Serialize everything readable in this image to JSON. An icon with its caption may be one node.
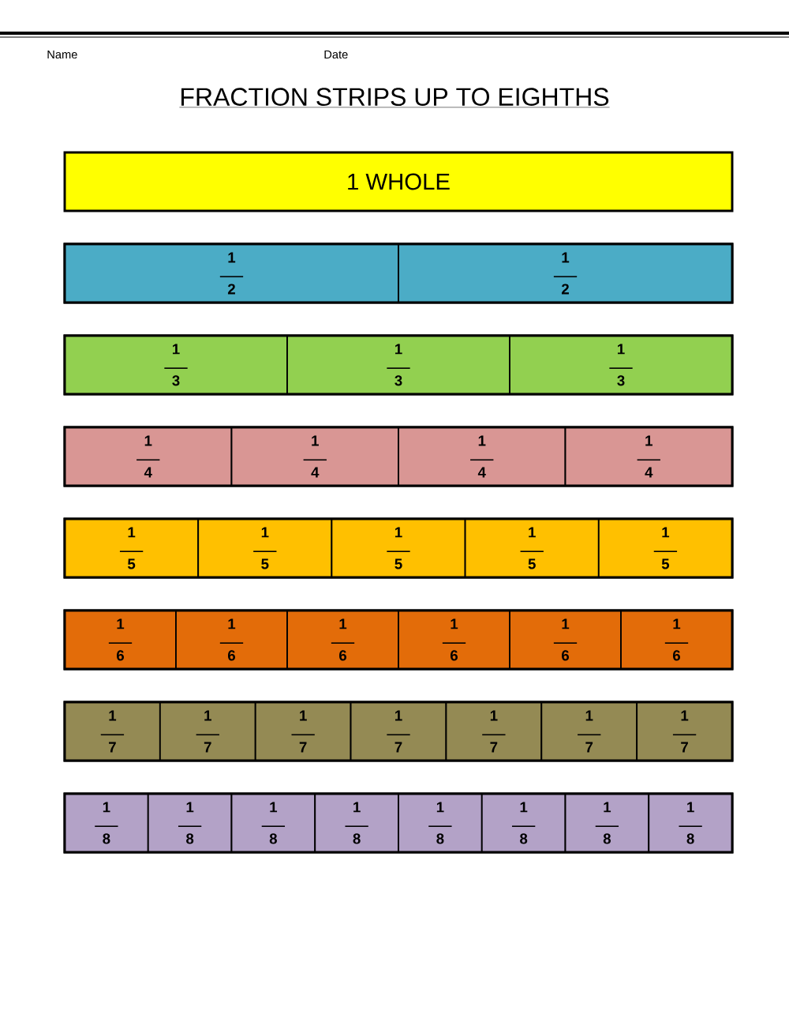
{
  "diagram": {
    "title": "FRACTION STRIPS UP TO EIGHTHS",
    "nodes": [
      {
        "text": [
          "1 WHOLE"
        ]
      },
      {
        "text": [],
        "shape": "bar"
      },
      {
        "text": [
          "1",
          "2"
        ],
        "in": 1
      },
      {
        "text": [
          "1",
          "2"
        ],
        "in": 1
      },
      {
        "text": [],
        "shape": "bar"
      },
      {
        "text": [
          "1",
          "3"
        ],
        "in": 4
      },
      {
        "text": [
          "1",
          "3"
        ],
        "in": 4
      },
      {
        "text": [
          "1",
          "3"
        ],
        "in": 4
      },
      {
        "text": [],
        "shape": "bar"
      },
      {
        "text": [
          "1",
          "4"
        ],
        "in": 8
      },
      {
        "text": [
          "1",
          "4"
        ],
        "in": 8
      },
      {
        "text": [
          "1",
          "4"
        ],
        "in": 8
      },
      {
        "text": [
          "1",
          "4"
        ],
        "in": 8
      },
      {
        "text": [],
        "shape": "bar"
      },
      {
        "text": [
          "1",
          "5"
        ],
        "in": 13
      },
      {
        "text": [
          "1",
          "5"
        ],
        "in": 13
      },
      {
        "text": [
          "1",
          "5"
        ],
        "in": 13
      },
      {
        "text": [
          "1",
          "5"
        ],
        "in": 13
      },
      {
        "text": [
          "1",
          "5"
        ],
        "in": 13
      },
      {
        "text": [],
        "shape": "bar"
      },
      {
        "text": [
          "1",
          "6"
        ],
        "in": 19
      },
      {
        "text": [
          "1",
          "6"
        ],
        "in": 19
      },
      {
        "text": [
          "1",
          "6"
        ],
        "in": 19
      },
      {
        "text": [
          "1",
          "6"
        ],
        "in": 19
      },
      {
        "text": [
          "1",
          "6"
        ],
        "in": 19
      },
      {
        "text": [
          "1",
          "6"
        ],
        "in": 19
      },
      {
        "text": [],
        "shape": "bar"
      },
      {
        "text": [
          "1",
          "7"
        ],
        "in": 26
      },
      {
        "text": [
          "1",
          "7"
        ],
        "in": 26
      },
      {
        "text": [
          "1",
          "7"
        ],
        "in": 26
      },
      {
        "text": [
          "1",
          "7"
        ],
        "in": 26
      },
      {
        "text": [
          "1",
          "7"
        ],
        "in": 26
      },
      {
        "text": [
          "1",
          "7"
        ],
        "in": 26
      },
      {
        "text": [
          "1",
          "7"
        ],
        "in": 26
      },
      {
        "text": [],
        "shape": "bar"
      },
      {
        "text": [
          "1",
          "8"
        ],
        "in": 34
      },
      {
        "text": [
          "1",
          "8"
        ],
        "in": 34
      },
      {
        "text": [
          "1",
          "8"
        ],
        "in": 34
      },
      {
        "text": [
          "1",
          "8"
        ],
        "in": 34
      },
      {
        "text": [
          "1",
          "8"
        ],
        "in": 34
      },
      {
        "text": [
          "1",
          "8"
        ],
        "in": 34
      },
      {
        "text": [
          "1",
          "8"
        ],
        "in": 34
      },
      {
        "text": [
          "1",
          "8"
        ],
        "in": 34
      }
    ],
    "labels": [
      "Name",
      "Date"
    ]
  }
}
